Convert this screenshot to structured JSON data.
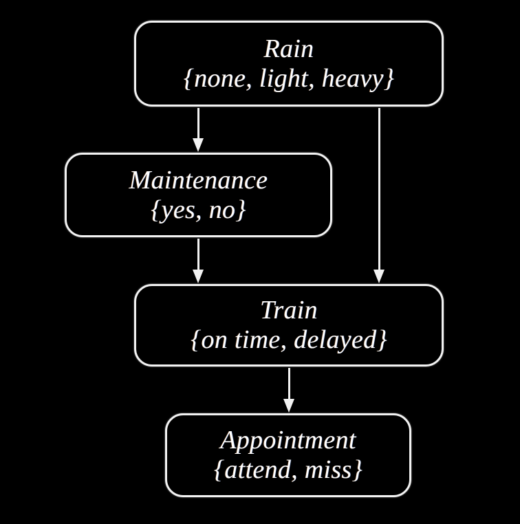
{
  "diagram": {
    "type": "bayesian-network",
    "background_color": "#000000",
    "node_border_color": "#f2f2f2",
    "node_text_color": "#ffffff",
    "nodes": [
      {
        "id": "rain",
        "label": "Rain",
        "states": "{none, light, heavy}",
        "state_list": [
          "none",
          "light",
          "heavy"
        ]
      },
      {
        "id": "maintenance",
        "label": "Maintenance",
        "states": "{yes, no}",
        "state_list": [
          "yes",
          "no"
        ]
      },
      {
        "id": "train",
        "label": "Train",
        "states": "{on time, delayed}",
        "state_list": [
          "on time",
          "delayed"
        ]
      },
      {
        "id": "appointment",
        "label": "Appointment",
        "states": "{attend, miss}",
        "state_list": [
          "attend",
          "miss"
        ]
      }
    ],
    "edges": [
      {
        "from": "rain",
        "to": "maintenance"
      },
      {
        "from": "rain",
        "to": "train"
      },
      {
        "from": "maintenance",
        "to": "train"
      },
      {
        "from": "train",
        "to": "appointment"
      }
    ]
  }
}
